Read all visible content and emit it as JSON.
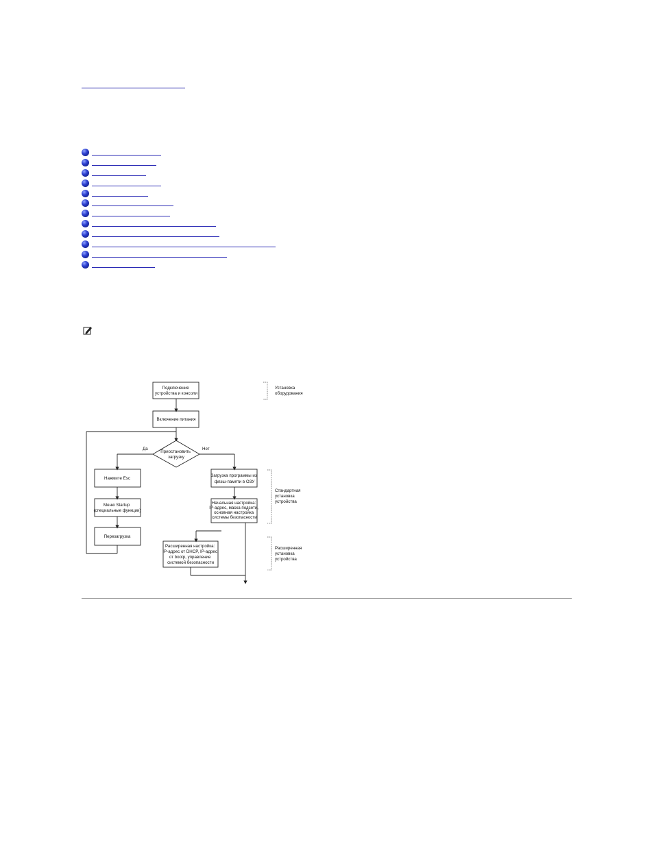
{
  "toc": {
    "item_count": 12
  },
  "flowchart": {
    "connect": [
      "Подключение",
      "устройства и консоли"
    ],
    "power_on": "Включение питания",
    "decision": [
      "Приостановить",
      "загрузку"
    ],
    "yes": "Да",
    "no": "Нет",
    "press_esc": "Нажмите Esc",
    "startup_menu": [
      "Меню Startup",
      "(специальные функции)"
    ],
    "reboot": "Перезагрузка",
    "load_firmware": [
      "Загрузка программы из",
      "флэш-памяти в ОЗУ"
    ],
    "initial_setup": [
      "Начальная настройка:",
      "IP-адрес, маска подсети,",
      "основная настройка",
      "системы безопасности"
    ],
    "advanced_setup": [
      "Расширенная настройка:",
      "IP-адрес от DHCP, IP-адрес",
      "от bootp, управление",
      "системой безопасности"
    ],
    "label_hardware": [
      "Установка",
      "оборудования"
    ],
    "label_standard": [
      "Стандартная",
      "установка",
      "устройства"
    ],
    "label_advanced": [
      "Расширенная",
      "установка",
      "устройства"
    ]
  }
}
